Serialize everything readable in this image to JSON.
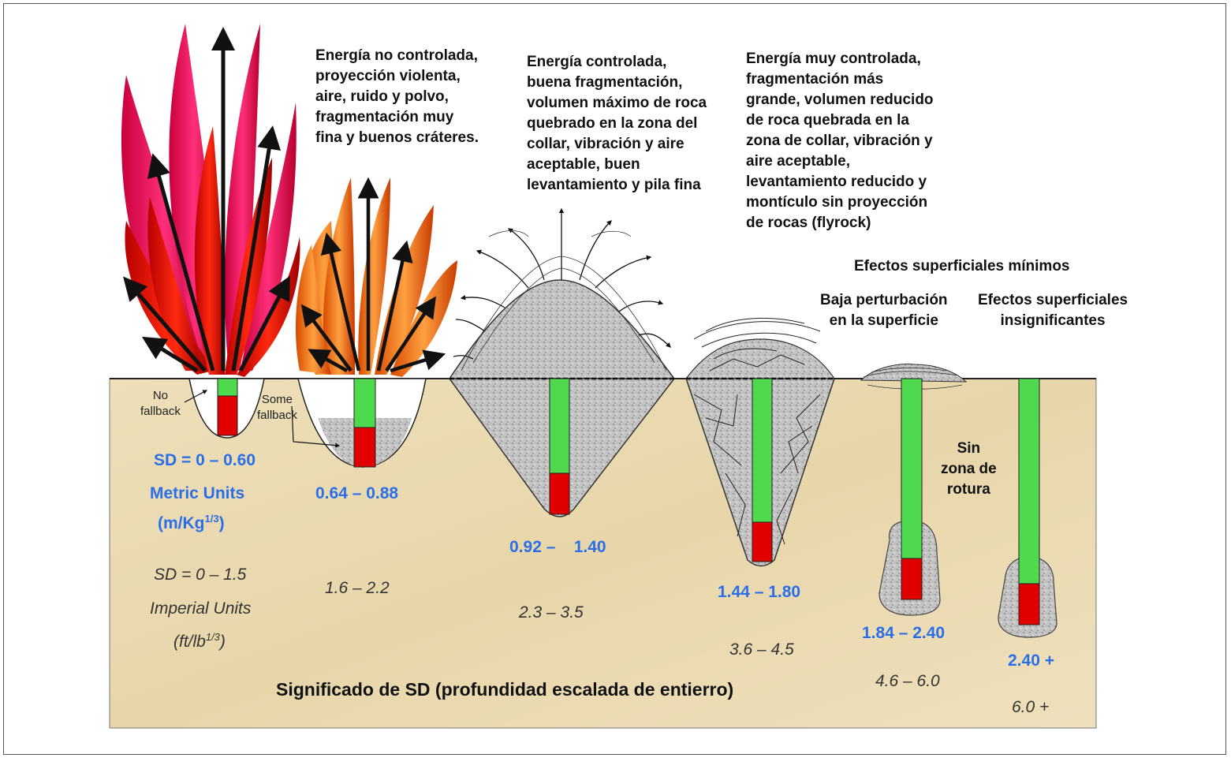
{
  "descriptions": {
    "d1": "Energía no controlada,\nproyección violenta,\naire, ruido y polvo,\nfragmentación muy\nfina y buenos cráteres.",
    "d2": "Energía controlada,\nbuena fragmentación,\nvolumen máximo de roca\nquebrado en la zona del\ncollar, vibración y aire\naceptable, buen\nlevantamiento y pila fina",
    "d3": "Energía muy controlada,\nfragmentación más\ngrande, volumen reducido\nde roca quebrada en la\nzona de collar, vibración y\naire aceptable,\nlevantamiento reducido y\nmontículo sin proyección\nde rocas (flyrock)",
    "minimal": "Efectos superficiales mínimos",
    "low": "Baja perturbación\nen la superficie",
    "insignificant": "Efectos superficiales\ninsignificantes",
    "no_break": "Sin\nzona de\nrotura"
  },
  "callouts": {
    "no_fallback": "No\nfallback",
    "some_fallback": "Some\nfallback"
  },
  "metric": {
    "r1": "SD = 0 – 0.60",
    "label": "Metric Units",
    "unit_base": "(m/Kg",
    "unit_exp": "1/3",
    "unit_close": ")",
    "r2": "0.64 – 0.88",
    "r3": "0.92 –    1.40",
    "r4": "1.44 – 1.80",
    "r5": "1.84 – 2.40",
    "r6": "2.40 +"
  },
  "imperial": {
    "r1": "SD = 0 – 1.5",
    "label": "Imperial Units",
    "unit_base": "(ft/lb",
    "unit_exp": "1/3",
    "unit_close": ")",
    "r2": "1.6 – 2.2",
    "r3": "2.3 – 3.5",
    "r4": "3.6 – 4.5",
    "r5": "4.6 – 6.0",
    "r6": "6.0 +"
  },
  "caption": "Significado de SD (profundidad escalada de entierro)",
  "colors": {
    "ground": "#ecdcb4",
    "stemming": "#4fd94f",
    "explosive": "#e00000",
    "rock": "#bfbfbf",
    "metric_text": "#2a6fe8"
  }
}
